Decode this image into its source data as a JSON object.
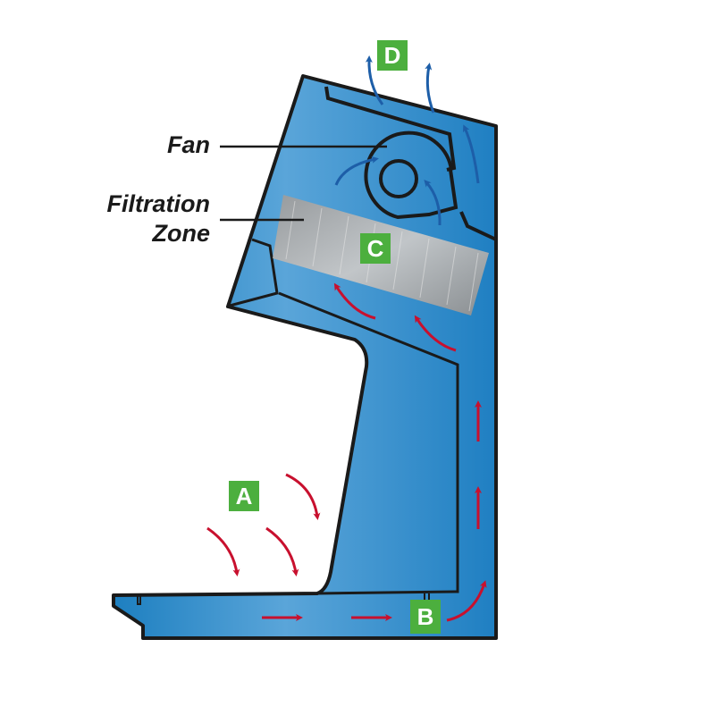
{
  "labels": {
    "fan": "Fan",
    "filtration_line1": "Filtration",
    "filtration_line2": "Zone"
  },
  "badges": {
    "a": "A",
    "b": "B",
    "c": "C",
    "d": "D"
  },
  "colors": {
    "cabinet_blue": "#3f93cf",
    "outline": "#1a1a1a",
    "inflow_arrow": "#c8102e",
    "exhaust_arrow": "#1d5ea8",
    "badge_green": "#4caf3e",
    "filter_gray": "#a9a9a9"
  }
}
